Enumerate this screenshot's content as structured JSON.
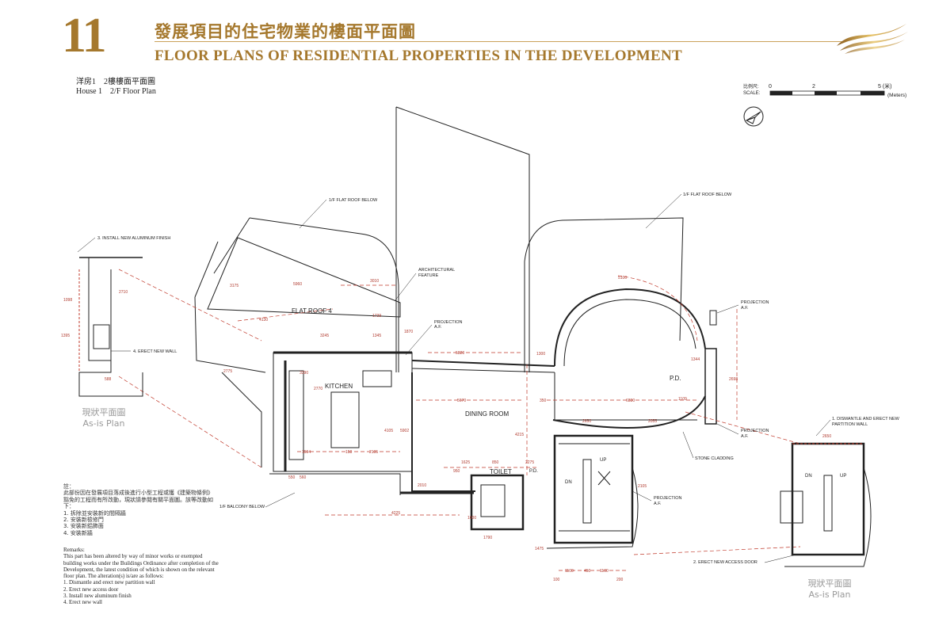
{
  "header": {
    "section_number": "11",
    "title_zh": "發展項目的住宅物業的樓面平面圖",
    "title_en": "FLOOR PLANS OF RESIDENTIAL PROPERTIES IN THE DEVELOPMENT",
    "accent_color": "#a5782d",
    "logo_icon": "gold-wave-logo"
  },
  "plan": {
    "title_zh": "洋房1　2樓樓面平面圖",
    "title_en": "House 1　2/F Floor Plan",
    "scale_label_zh": "比例尺:",
    "scale_label_en": "SCALE:",
    "scale_ticks": [
      "0",
      "2",
      "5 (米)"
    ],
    "scale_unit_en": "(Meters)",
    "north_icon": "north-arrow-icon"
  },
  "rooms": {
    "flat_roof_4": "FLAT ROOF 4",
    "kitchen": "KITCHEN",
    "dining_room": "DINING ROOM",
    "toilet": "TOILET",
    "pd": "P.D.",
    "pd_2": "P.D.",
    "dn": "DN",
    "up": "UP",
    "dn_right": "DN",
    "up_right": "UP"
  },
  "callouts": {
    "flat_roof_below_1": "1/F FLAT ROOF BELOW",
    "flat_roof_below_2": "1/F FLAT ROOF BELOW",
    "install_aluminum": "3. INSTALL NEW ALUMINUM FINISH",
    "architectural_feature_1": "ARCHITECTURAL",
    "architectural_feature_2": "FEATURE",
    "projection_af_top_1": "PROJECTION",
    "projection_af_top_2": "A.F.",
    "projection_af_mid_1": "PROJECTION",
    "projection_af_mid_2": "A.F.",
    "projection_right_1": "PROJECTION",
    "projection_right_2": "A.F.",
    "projection_lower_1": "PROJECTION",
    "projection_lower_2": "A.F.",
    "erect_new_wall": "4. ERECT NEW WALL",
    "dismantle_partition_1": "1. DISMANTLE AND ERECT NEW",
    "dismantle_partition_2": "PARTITION WALL",
    "stone_cladding": "STONE CLADDING",
    "balcony_below": "1/F BALCONY BELOW",
    "erect_access_door": "2. ERECT NEW ACCESS DOOR"
  },
  "dimensions": {
    "d3010": "3010",
    "d5960": "5960",
    "d3175": "3175",
    "d4130": "4130",
    "d1739": "1739",
    "d3245": "3245",
    "d1345": "1345",
    "d5820": "5820",
    "d1300": "1300",
    "d1870": "1870",
    "d3390": "3390",
    "d2770": "2770",
    "d5670": "5670",
    "d6830": "6830",
    "d350": "350",
    "d1594": "1594",
    "d150": "150",
    "d2105": "2105",
    "d1625": "1625",
    "d850": "850",
    "d950": "950",
    "d2275": "2275",
    "d4225": "4225",
    "d2010": "2010",
    "d2650": "2650",
    "d1790": "1790",
    "d1475": "1475",
    "d1100a": "1100",
    "d450": "450",
    "d1100b": "1100",
    "d100": "100",
    "d200": "200",
    "d5100": "5100",
    "d2775": "2775",
    "d4215": "4215",
    "d5902": "5902",
    "d2055": "2055",
    "d1109": "1109",
    "d2698": "2698",
    "d1344": "1344",
    "d550": "550",
    "d560": "560",
    "d588": "588",
    "d2710": "2710",
    "d1395": "1395",
    "d1098": "1098",
    "d2105b": "2105",
    "d2650b": "2650",
    "d1600": "1600",
    "d4105": "4105"
  },
  "asis_left": {
    "zh": "現狀平面圖",
    "en": "As-is Plan"
  },
  "asis_right": {
    "zh": "現狀平面圖",
    "en": "As-is Plan"
  },
  "notes_zh": {
    "heading": "註：",
    "body": "此部份因在發展項目落成後進行小型工程或獲《建築物條例》豁免的工程而有所改動，現狀請參閱有關平面圖。該等改動如下：",
    "items": [
      "1.  拆除並安裝新的間隔牆",
      "2.  安裝新檢修門",
      "3.  安裝新鋁飾面",
      "4.  安裝新牆"
    ]
  },
  "remarks_en": {
    "heading": "Remarks:",
    "body": "This part has been altered by way of minor works or exempted building works under the Buildings Ordinance after completion of the Development, the latest condition of which is shown on the relevant floor plan. The alteration(s) is/are as follows:",
    "items": [
      "1.  Dismantle and erect new partition wall",
      "2.  Erect new access door",
      "3.  Install new aluminum finish",
      "4.  Erect new wall"
    ]
  }
}
